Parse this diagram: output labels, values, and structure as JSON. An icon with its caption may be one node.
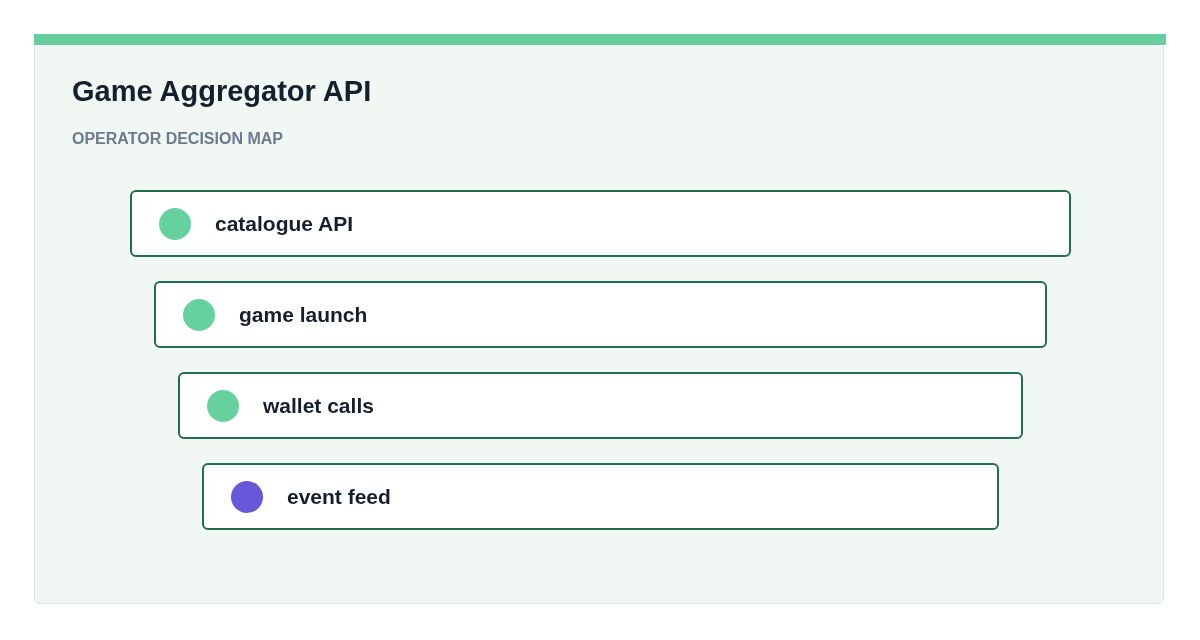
{
  "diagram": {
    "title": "Game Aggregator API",
    "nodes": [
      {
        "text": [
          "catalogue API"
        ]
      },
      {
        "text": [
          "game launch"
        ]
      },
      {
        "text": [
          "wallet calls"
        ]
      },
      {
        "text": [
          "event feed"
        ]
      }
    ],
    "edges": [],
    "labels": [
      "OPERATOR DECISION MAP"
    ]
  }
}
